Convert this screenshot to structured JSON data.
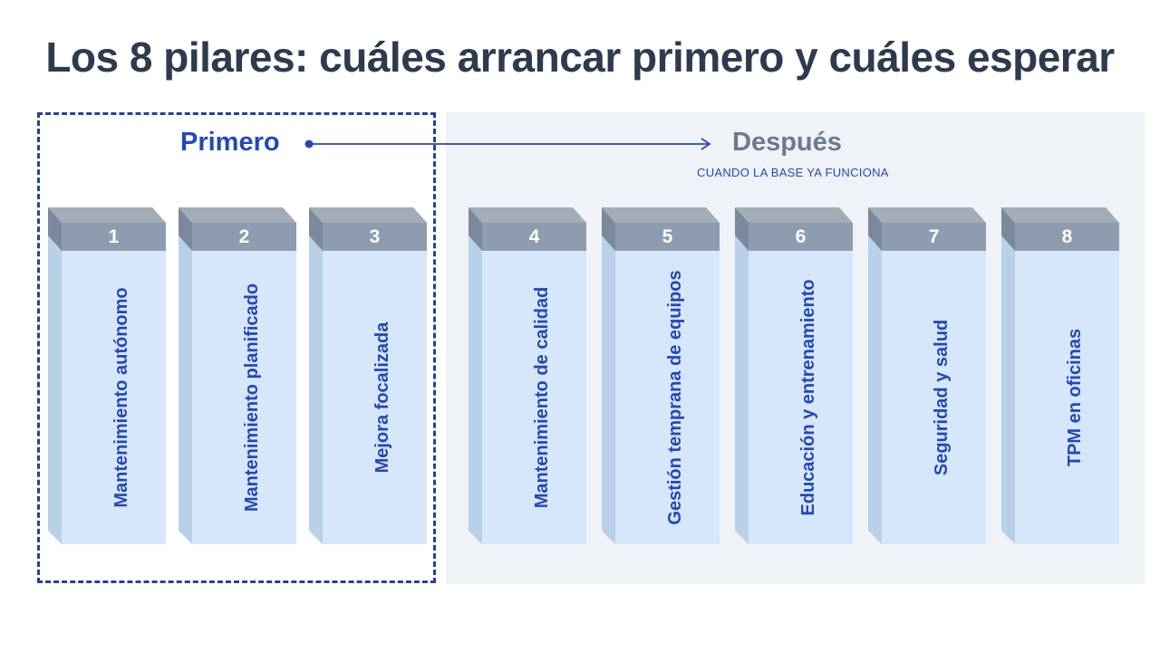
{
  "title": "Los 8 pilares: cuáles arrancar primero y cuáles esperar",
  "groups": {
    "first": {
      "label": "Primero"
    },
    "later": {
      "label": "Después",
      "subtitle": "CUANDO LA BASE YA FUNCIONA"
    }
  },
  "pillars": [
    {
      "number": "1",
      "name": "Mantenimiento autónomo"
    },
    {
      "number": "2",
      "name": "Mantenimiento planificado"
    },
    {
      "number": "3",
      "name": "Mejora focalizada"
    },
    {
      "number": "4",
      "name": "Mantenimiento de calidad"
    },
    {
      "number": "5",
      "name": "Gestión temprana de equipos"
    },
    {
      "number": "6",
      "name": "Educación y entrenamiento"
    },
    {
      "number": "7",
      "name": "Seguridad y salud"
    },
    {
      "number": "8",
      "name": "TPM en oficinas"
    }
  ],
  "colors": {
    "pillar_front": "#d6e6fb",
    "pillar_side": "#b9d1e8",
    "pillar_cap": "#a2adb8",
    "pillar_band": "#8e9cb0",
    "accent_blue": "#2448b8",
    "later_panel": "#eff2f7"
  }
}
